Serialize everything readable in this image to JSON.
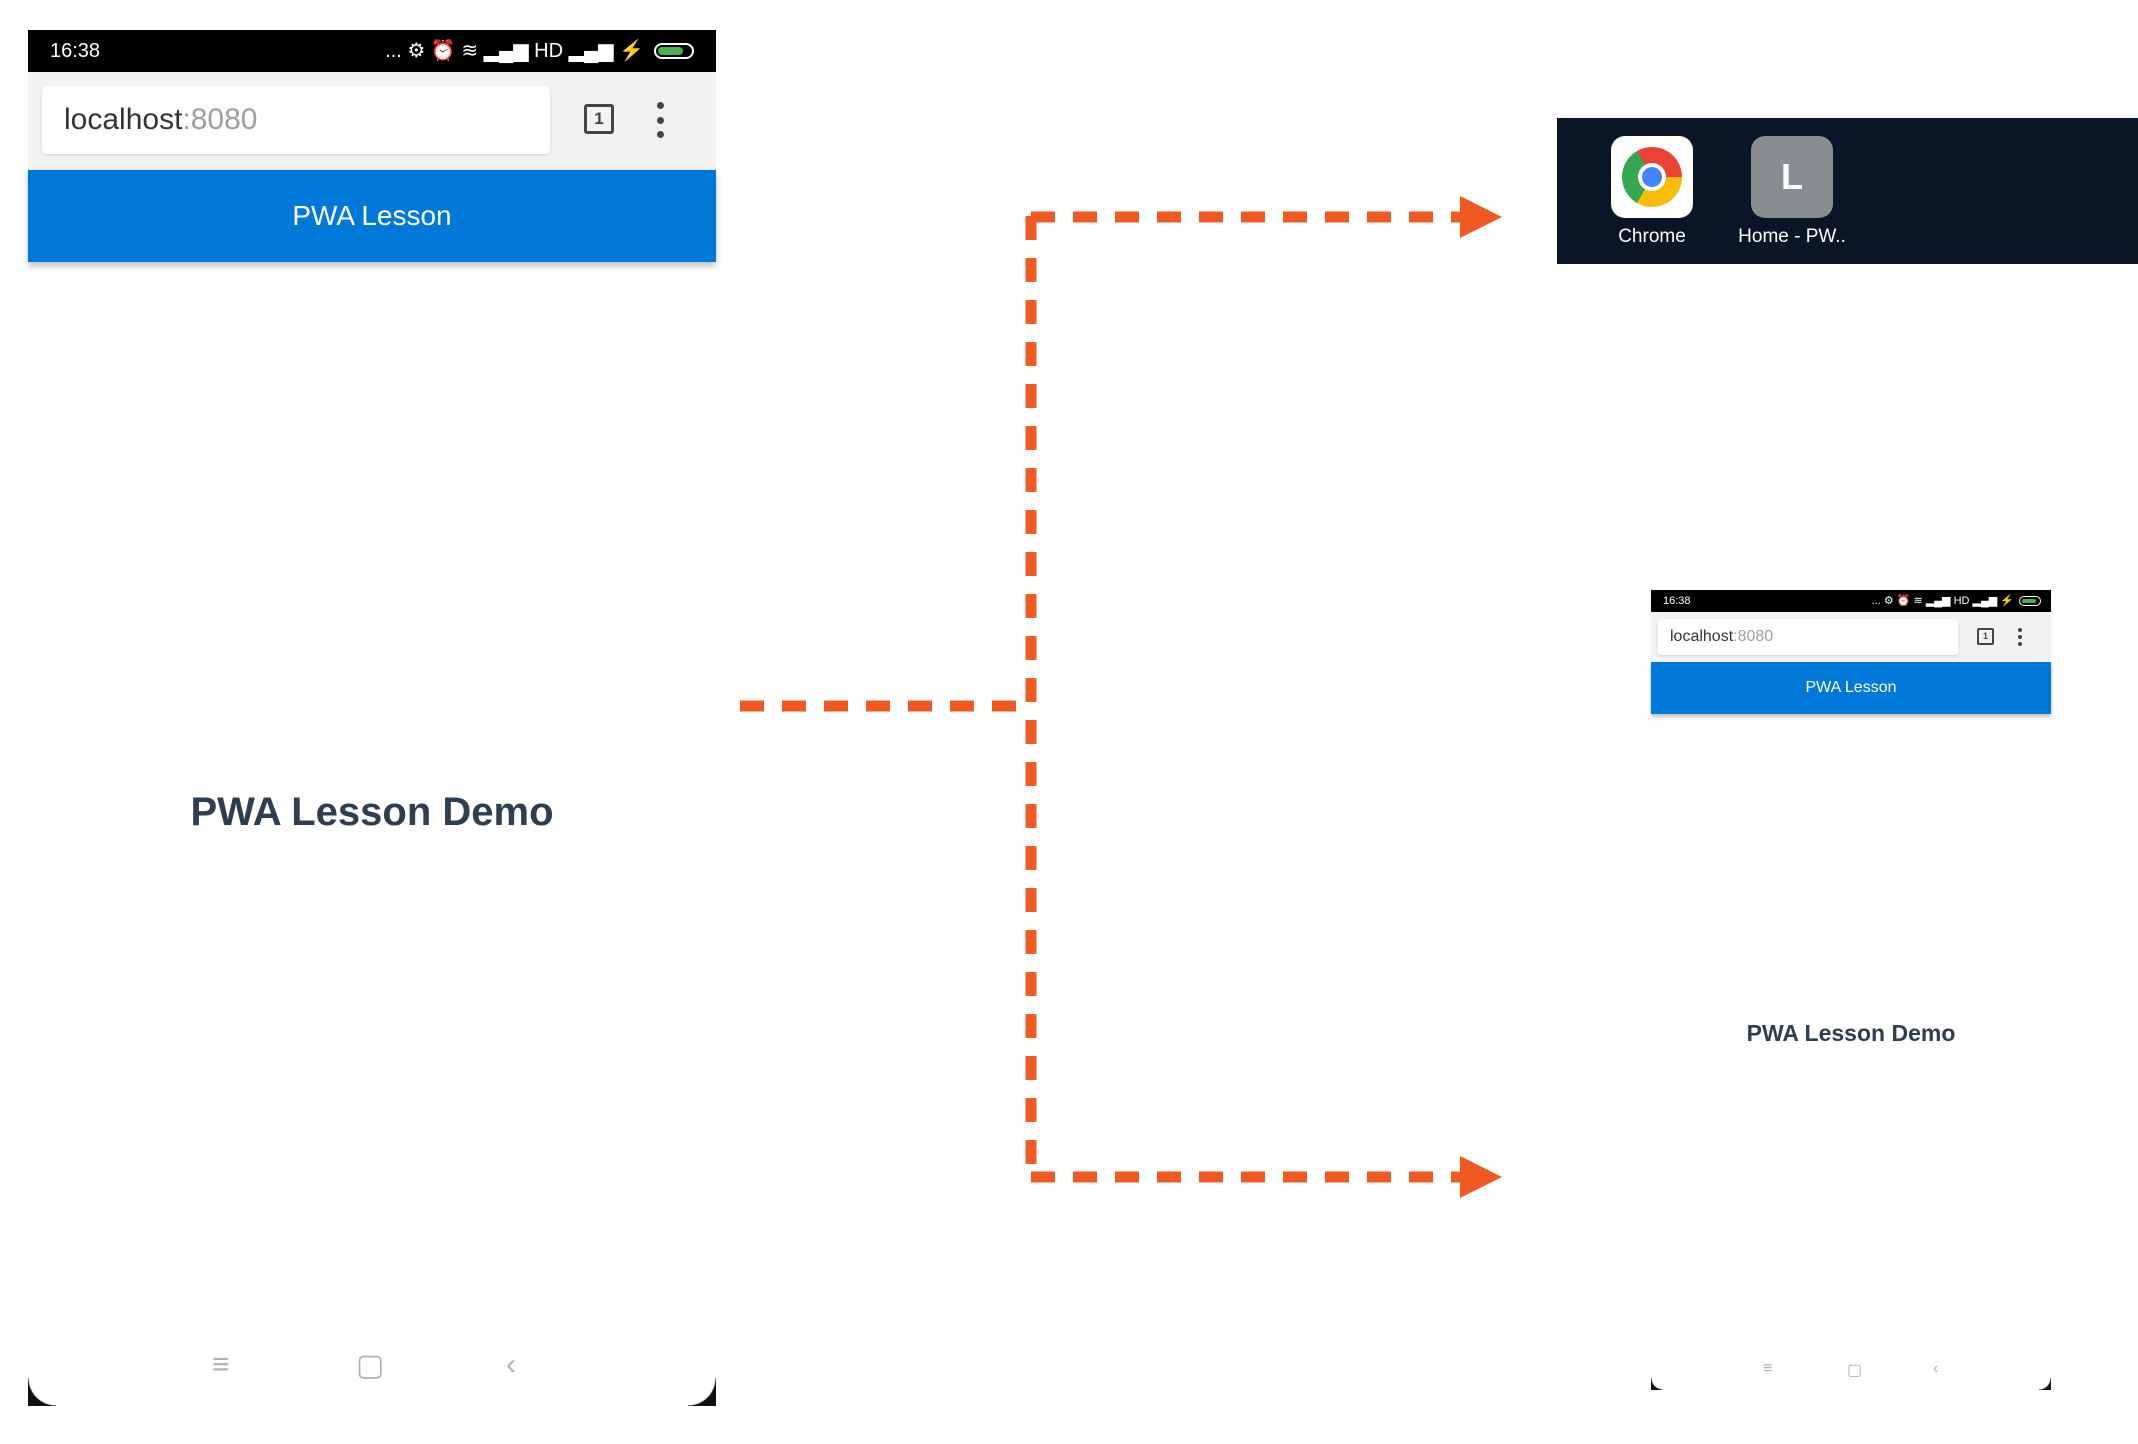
{
  "phone_large": {
    "status_time": "16:38",
    "status_icons": "... ⚙ ⏰ ≋ ▂▄▆ HD ▂▄▆ ⚡",
    "url_host": "localhost",
    "url_port": ":8080",
    "tab_count": "1",
    "header_title": "PWA Lesson",
    "page_heading": "PWA Lesson Demo",
    "nav": {
      "menu_icon": "≡",
      "home_icon": "▢",
      "back_icon": "‹"
    }
  },
  "home_screen": {
    "apps": [
      {
        "label": "Chrome",
        "icon": "chrome-icon"
      },
      {
        "label": "Home - PW..",
        "icon_letter": "L"
      }
    ]
  },
  "phone_small": {
    "status_time": "16:38",
    "status_icons": "... ⚙ ⏰ ≋ ▂▄▆ HD ▂▄▆ ⚡",
    "url_host": "localhost",
    "url_port": ":8080",
    "tab_count": "1",
    "header_title": "PWA Lesson",
    "page_heading": "PWA Lesson Demo",
    "nav": {
      "menu_icon": "≡",
      "home_icon": "▢",
      "back_icon": "‹"
    }
  },
  "colors": {
    "accent_blue": "#0078d7",
    "arrow_orange": "#f05a22",
    "heading_text": "#2c3e50",
    "home_background": "#0b1528"
  }
}
